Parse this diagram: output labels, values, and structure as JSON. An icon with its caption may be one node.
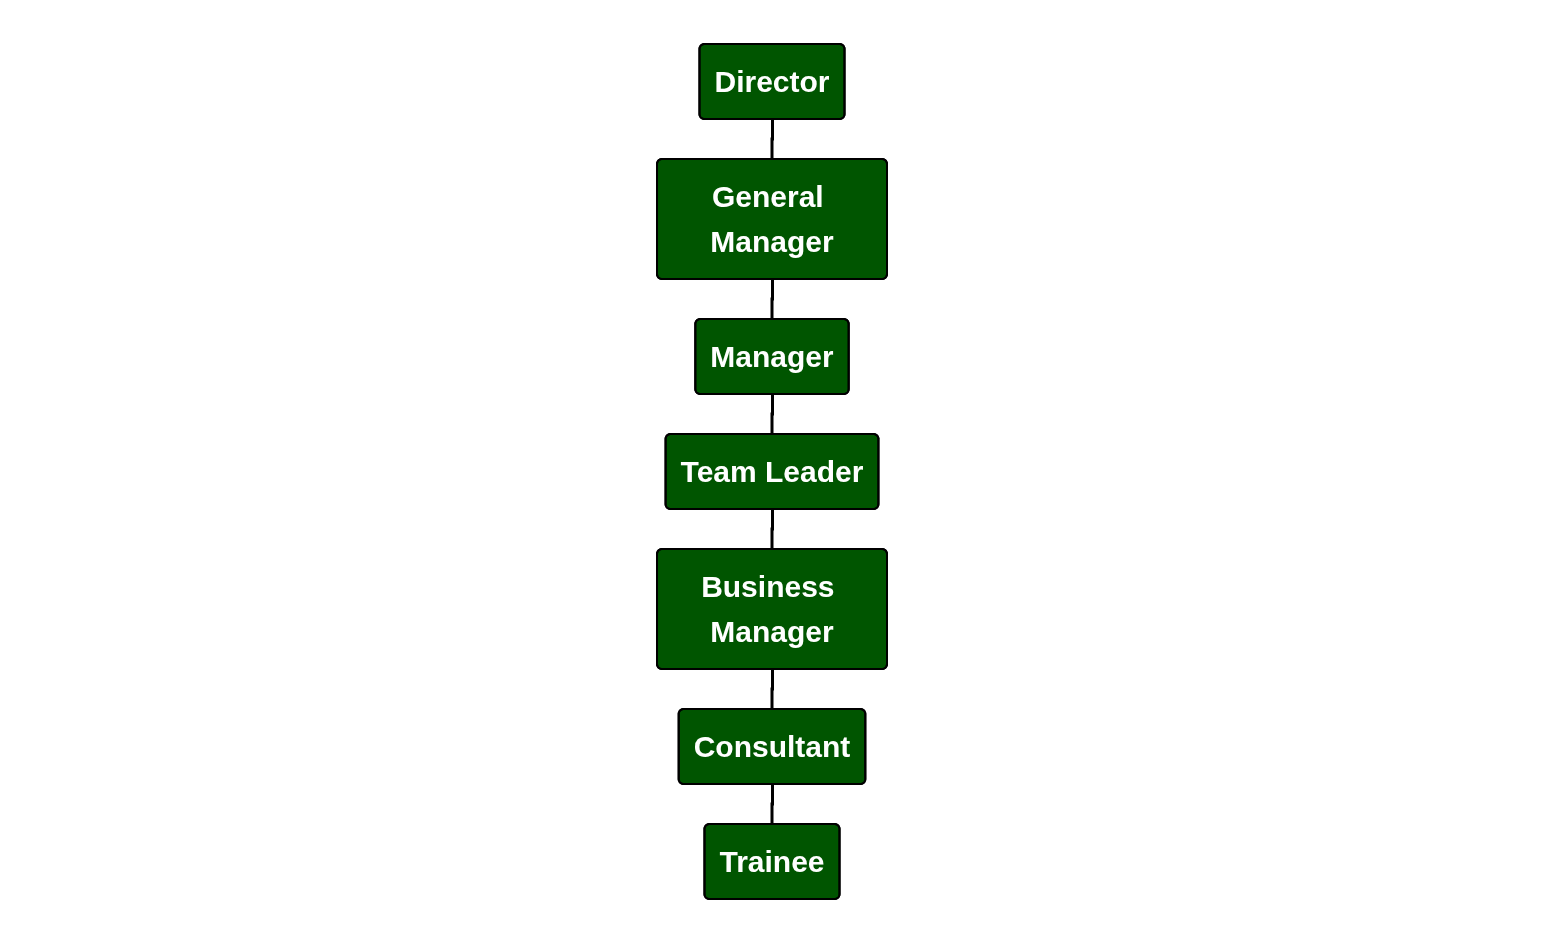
{
  "diagram": {
    "nodes": [
      {
        "text": [
          "Director"
        ]
      },
      {
        "text": [
          "General Manager"
        ]
      },
      {
        "text": [
          "Manager"
        ]
      },
      {
        "text": [
          "Team Leader"
        ]
      },
      {
        "text": [
          "Business Manager"
        ]
      },
      {
        "text": [
          "Consultant"
        ]
      },
      {
        "text": [
          "Trainee"
        ]
      }
    ],
    "edges": [
      {
        "from": 0,
        "to": 1,
        "arrow": "none"
      },
      {
        "from": 1,
        "to": 2,
        "arrow": "none"
      },
      {
        "from": 2,
        "to": 3,
        "arrow": "none"
      },
      {
        "from": 3,
        "to": 4,
        "arrow": "none"
      },
      {
        "from": 4,
        "to": 5,
        "arrow": "none"
      },
      {
        "from": 5,
        "to": 6,
        "arrow": "none"
      }
    ]
  }
}
